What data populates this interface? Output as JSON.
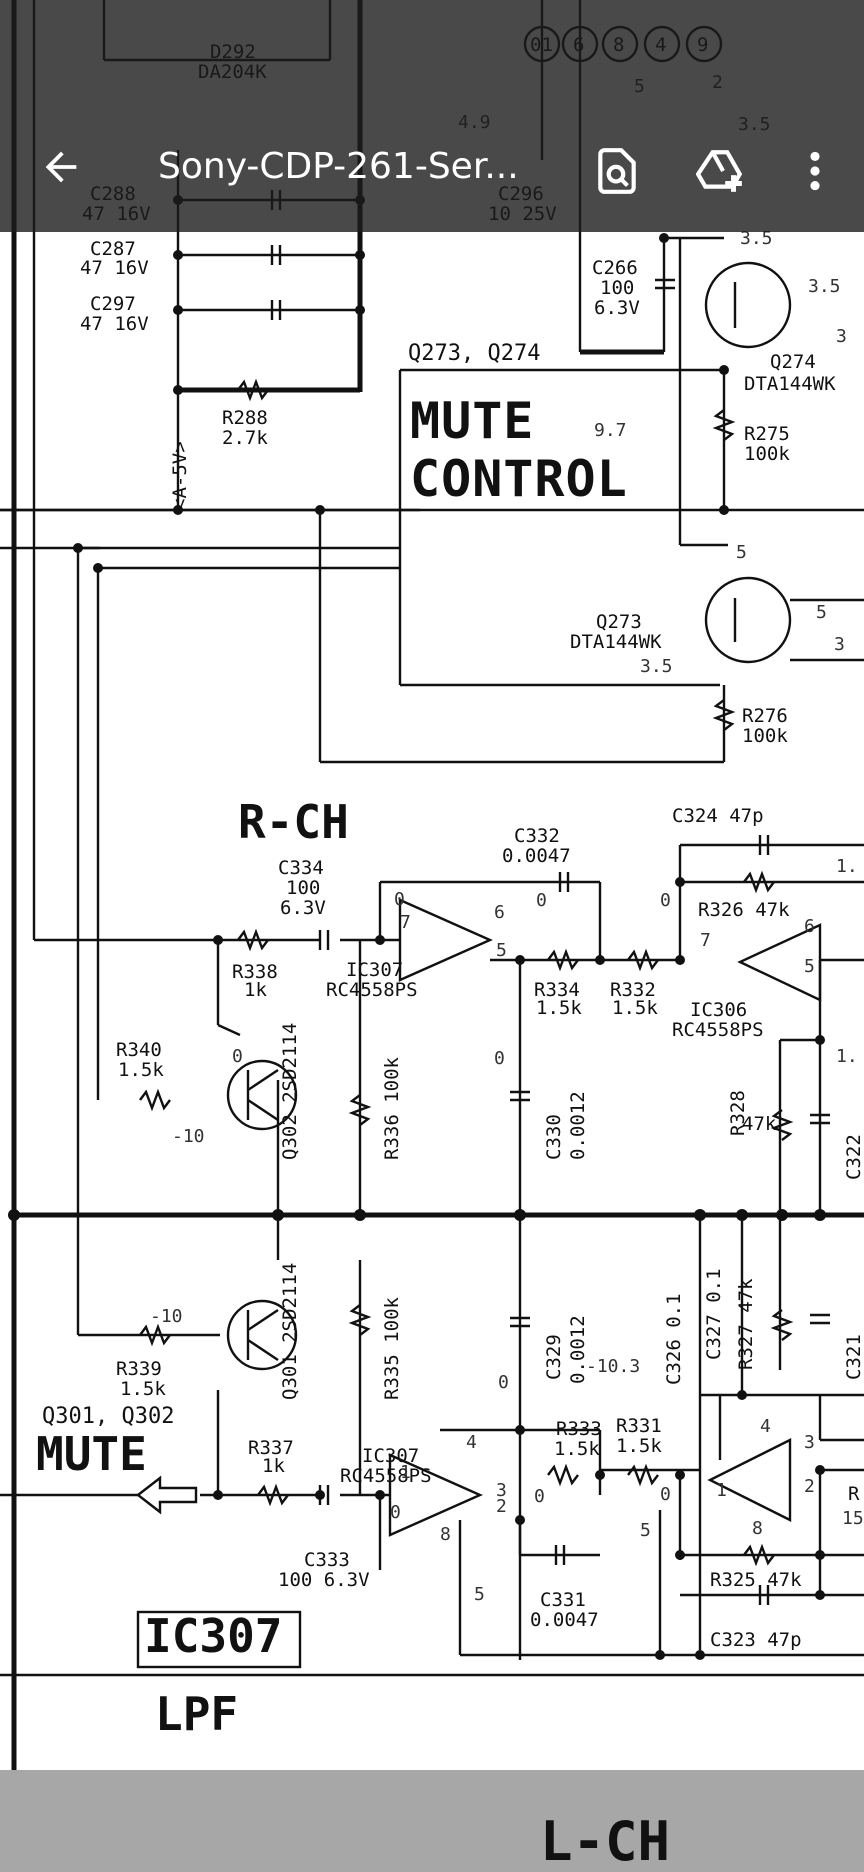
{
  "app_bar": {
    "title": "Sony-CDP-261-Ser...",
    "back_icon": "arrow-left-icon",
    "actions": [
      "search-document-icon",
      "add-to-drive-icon",
      "more-vert-icon"
    ]
  },
  "schematic": {
    "headings": {
      "mute_control_1": "MUTE",
      "mute_control_2": "CONTROL",
      "r_ch": "R-CH",
      "mute": "MUTE",
      "ic307": "IC307",
      "lpf": "LPF",
      "l_ch": "L-CH",
      "q273_q274": "Q273, Q274",
      "q301_q302": "Q301, Q302"
    },
    "labels": [
      {
        "k": "d292",
        "text": "D292"
      },
      {
        "k": "da204k",
        "text": "DA204K"
      },
      {
        "k": "v49",
        "text": "4.9"
      },
      {
        "k": "v5a",
        "text": "5"
      },
      {
        "k": "v2a",
        "text": "2"
      },
      {
        "k": "v35a",
        "text": "3.5"
      },
      {
        "k": "c288",
        "text": "C288"
      },
      {
        "k": "c288v",
        "text": "47 16V"
      },
      {
        "k": "c296",
        "text": "C296"
      },
      {
        "k": "c296v",
        "text": "10 25V"
      },
      {
        "k": "c287",
        "text": "C287"
      },
      {
        "k": "c287v",
        "text": "47 16V"
      },
      {
        "k": "c297",
        "text": "C297"
      },
      {
        "k": "c297v",
        "text": "47 16V"
      },
      {
        "k": "c266",
        "text": "C266"
      },
      {
        "k": "c266a",
        "text": "100"
      },
      {
        "k": "c266b",
        "text": "6.3V"
      },
      {
        "k": "v35b",
        "text": "3.5"
      },
      {
        "k": "v35c",
        "text": "3.5"
      },
      {
        "k": "q274",
        "text": "Q274"
      },
      {
        "k": "dta144wk1",
        "text": "DTA144WK"
      },
      {
        "k": "r288",
        "text": "R288"
      },
      {
        "k": "r288v",
        "text": "2.7k"
      },
      {
        "k": "a5v",
        "text": "<A-5V>"
      },
      {
        "k": "v97",
        "text": "9.7"
      },
      {
        "k": "r275",
        "text": "R275"
      },
      {
        "k": "r275v",
        "text": "100k"
      },
      {
        "k": "v5b",
        "text": "5"
      },
      {
        "k": "q273",
        "text": "Q273"
      },
      {
        "k": "dta144wk2",
        "text": "DTA144WK"
      },
      {
        "k": "v35d",
        "text": "3.5"
      },
      {
        "k": "v5c",
        "text": "5"
      },
      {
        "k": "pin3a",
        "text": "3"
      },
      {
        "k": "pin3b",
        "text": "3"
      },
      {
        "k": "r276",
        "text": "R276"
      },
      {
        "k": "r276v",
        "text": "100k"
      },
      {
        "k": "c324",
        "text": "C324 47p"
      },
      {
        "k": "c332",
        "text": "C332"
      },
      {
        "k": "c332v",
        "text": "0.0047"
      },
      {
        "k": "c334",
        "text": "C334"
      },
      {
        "k": "c334a",
        "text": "100"
      },
      {
        "k": "c334b",
        "text": "6.3V"
      },
      {
        "k": "v0a",
        "text": "0"
      },
      {
        "k": "v0b",
        "text": "0"
      },
      {
        "k": "v0c",
        "text": "0"
      },
      {
        "k": "r326",
        "text": "R326 47k"
      },
      {
        "k": "p7a",
        "text": "7"
      },
      {
        "k": "p6a",
        "text": "6"
      },
      {
        "k": "p5a",
        "text": "5"
      },
      {
        "k": "p7b",
        "text": "7"
      },
      {
        "k": "p6b",
        "text": "6"
      },
      {
        "k": "p5b",
        "text": "5"
      },
      {
        "k": "r338",
        "text": "R338"
      },
      {
        "k": "r338v",
        "text": "1k"
      },
      {
        "k": "ic307a",
        "text": "IC307"
      },
      {
        "k": "rc4558a",
        "text": "RC4558PS"
      },
      {
        "k": "r334",
        "text": "R334"
      },
      {
        "k": "r334v",
        "text": "1.5k"
      },
      {
        "k": "r332",
        "text": "R332"
      },
      {
        "k": "r332v",
        "text": "1.5k"
      },
      {
        "k": "ic306",
        "text": "IC306"
      },
      {
        "k": "rc4558b",
        "text": "RC4558PS"
      },
      {
        "k": "r340",
        "text": "R340"
      },
      {
        "k": "r340v",
        "text": "1.5k"
      },
      {
        "k": "v0d",
        "text": "0"
      },
      {
        "k": "v0e",
        "text": "0"
      },
      {
        "k": "vm10a",
        "text": "-10"
      },
      {
        "k": "q302",
        "text": "Q302 2SD2114"
      },
      {
        "k": "r336",
        "text": "R336 100k"
      },
      {
        "k": "c330",
        "text": "C330"
      },
      {
        "k": "c330v",
        "text": "0.0012"
      },
      {
        "k": "r328",
        "text": "R328"
      },
      {
        "k": "r328v",
        "text": "47k"
      },
      {
        "k": "c322",
        "text": "C322"
      },
      {
        "k": "v1a",
        "text": "1."
      },
      {
        "k": "v1b",
        "text": "1."
      },
      {
        "k": "q301",
        "text": "Q301 2SD2114"
      },
      {
        "k": "r335",
        "text": "R335 100k"
      },
      {
        "k": "c329",
        "text": "C329"
      },
      {
        "k": "c329v",
        "text": "0.0012"
      },
      {
        "k": "c326",
        "text": "C326 0.1"
      },
      {
        "k": "c327",
        "text": "C327 0.1"
      },
      {
        "k": "r327",
        "text": "R327 47k"
      },
      {
        "k": "c321",
        "text": "C321"
      },
      {
        "k": "vm10b",
        "text": "-10"
      },
      {
        "k": "r339",
        "text": "R339"
      },
      {
        "k": "r339v",
        "text": "1.5k"
      },
      {
        "k": "vm103",
        "text": "-10.3"
      },
      {
        "k": "v0f",
        "text": "0"
      },
      {
        "k": "ic307b",
        "text": "IC307"
      },
      {
        "k": "rc4558c",
        "text": "RC4558PS"
      },
      {
        "k": "r337",
        "text": "R337"
      },
      {
        "k": "r337v",
        "text": "1k"
      },
      {
        "k": "p4a",
        "text": "4"
      },
      {
        "k": "p3a",
        "text": "3"
      },
      {
        "k": "p1a",
        "text": "1"
      },
      {
        "k": "p2a",
        "text": "2"
      },
      {
        "k": "p8a",
        "text": "8"
      },
      {
        "k": "r333",
        "text": "R333"
      },
      {
        "k": "r333v",
        "text": "1.5k"
      },
      {
        "k": "r331",
        "text": "R331"
      },
      {
        "k": "r331v",
        "text": "1.5k"
      },
      {
        "k": "p4b",
        "text": "4"
      },
      {
        "k": "p3b",
        "text": "3"
      },
      {
        "k": "p1b",
        "text": "1"
      },
      {
        "k": "p2b",
        "text": "2"
      },
      {
        "k": "p8b",
        "text": "8"
      },
      {
        "k": "v0g",
        "text": "0"
      },
      {
        "k": "v0h",
        "text": "0"
      },
      {
        "k": "v0i",
        "text": "0"
      },
      {
        "k": "v5d",
        "text": "5"
      },
      {
        "k": "v5e",
        "text": "5"
      },
      {
        "k": "c333",
        "text": "C333"
      },
      {
        "k": "c333v",
        "text": "100 6.3V"
      },
      {
        "k": "c331",
        "text": "C331"
      },
      {
        "k": "c331v",
        "text": "0.0047"
      },
      {
        "k": "r325",
        "text": "R325 47k"
      },
      {
        "k": "c323",
        "text": "C323 47p"
      },
      {
        "k": "v15",
        "text": "15"
      },
      {
        "k": "rr",
        "text": "R"
      }
    ],
    "pins_top": [
      "01",
      "6",
      "8",
      "4",
      "9"
    ]
  }
}
